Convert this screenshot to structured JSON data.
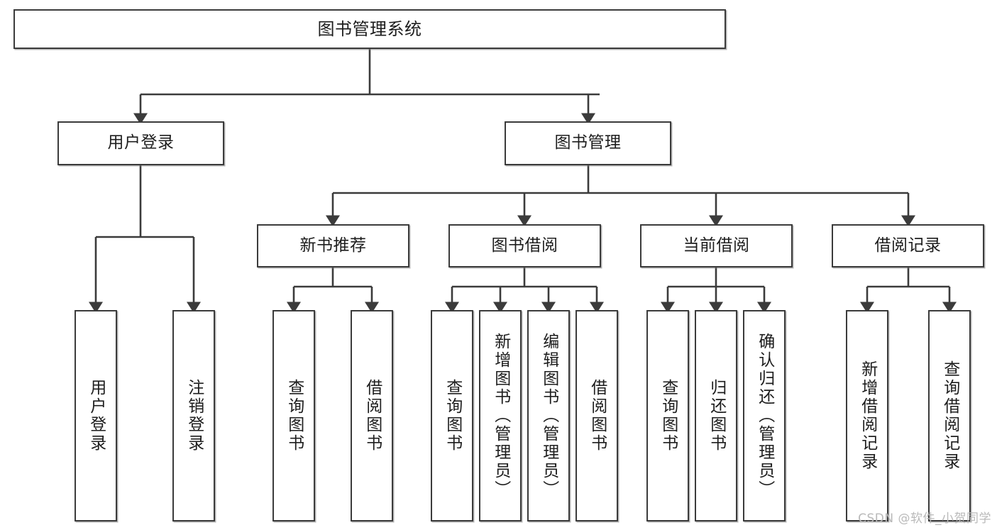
{
  "diagram": {
    "title": "图书管理系统",
    "type": "tree-hierarchy-chart",
    "watermark": "CSDN @软件_小贺同学",
    "colors": {
      "box_border": "#3b3b3b",
      "box_fill": "#ffffff",
      "connector": "#3b3b3b",
      "text": "#1d1d1d",
      "watermark": "#b9b9b9"
    },
    "root": {
      "id": "root",
      "label": "图书管理系统"
    },
    "level2": [
      {
        "id": "user-login",
        "label": "用户登录"
      },
      {
        "id": "book-manage",
        "label": "图书管理"
      }
    ],
    "level3": [
      {
        "id": "new-book-recommend",
        "label": "新书推荐",
        "parent": "book-manage"
      },
      {
        "id": "book-borrow",
        "label": "图书借阅",
        "parent": "book-manage"
      },
      {
        "id": "current-borrow",
        "label": "当前借阅",
        "parent": "book-manage"
      },
      {
        "id": "borrow-record",
        "label": "借阅记录",
        "parent": "book-manage"
      }
    ],
    "leaves": {
      "user-login": [
        {
          "id": "leaf-user-login",
          "label": "用户登录"
        },
        {
          "id": "leaf-user-logout",
          "label": "注销登录"
        }
      ],
      "new-book-recommend": [
        {
          "id": "leaf-query-book-1",
          "label": "查询图书"
        },
        {
          "id": "leaf-borrow-book-1",
          "label": "借阅图书"
        }
      ],
      "book-borrow": [
        {
          "id": "leaf-query-book-2",
          "label": "查询图书"
        },
        {
          "id": "leaf-add-book",
          "label": "新增图书（管理员）"
        },
        {
          "id": "leaf-edit-book",
          "label": "编辑图书（管理员）"
        },
        {
          "id": "leaf-borrow-book-2",
          "label": "借阅图书"
        }
      ],
      "current-borrow": [
        {
          "id": "leaf-query-book-3",
          "label": "查询图书"
        },
        {
          "id": "leaf-return-book",
          "label": "归还图书"
        },
        {
          "id": "leaf-confirm-return",
          "label": "确认归还（管理员）"
        }
      ],
      "borrow-record": [
        {
          "id": "leaf-add-record",
          "label": "新增借阅记录"
        },
        {
          "id": "leaf-query-record",
          "label": "查询借阅记录"
        }
      ]
    }
  }
}
